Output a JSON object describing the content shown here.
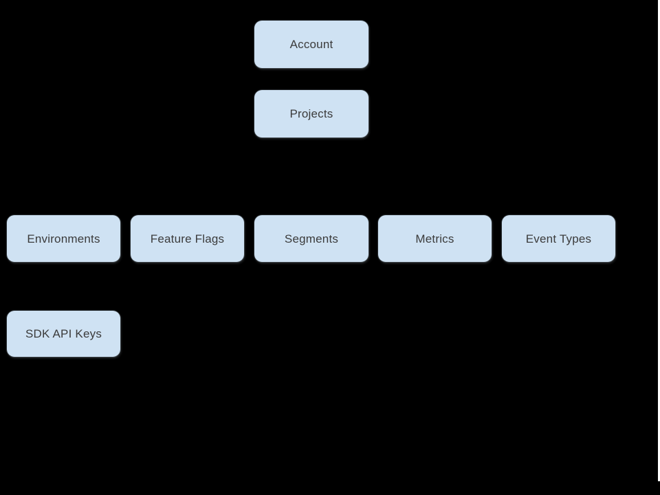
{
  "diagram": {
    "background_color": "#000000",
    "node_fill_color": "#cfe2f3",
    "node_text_color": "#3b3b3b",
    "slide_edge_color": "#ffffff",
    "nodes": {
      "account": {
        "label": "Account"
      },
      "projects": {
        "label": "Projects"
      },
      "environments": {
        "label": "Environments"
      },
      "feature_flags": {
        "label": "Feature Flags"
      },
      "segments": {
        "label": "Segments"
      },
      "metrics": {
        "label": "Metrics"
      },
      "event_types": {
        "label": "Event Types"
      },
      "sdk_api_keys": {
        "label": "SDK API Keys"
      }
    }
  }
}
